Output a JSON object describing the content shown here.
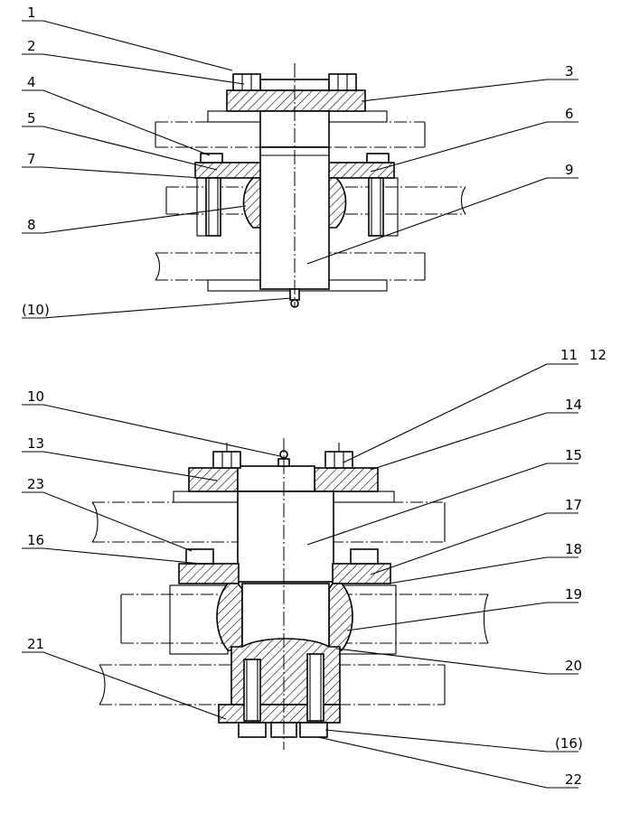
{
  "drawing": {
    "upper_labels": [
      "1",
      "2",
      "3",
      "4",
      "5",
      "6",
      "7",
      "8",
      "9",
      "(10)"
    ],
    "lower_labels": [
      "10",
      "11",
      "12",
      "13",
      "14",
      "15",
      "16",
      "17",
      "18",
      "19",
      "20",
      "21",
      "22",
      "23",
      "(16)"
    ]
  }
}
